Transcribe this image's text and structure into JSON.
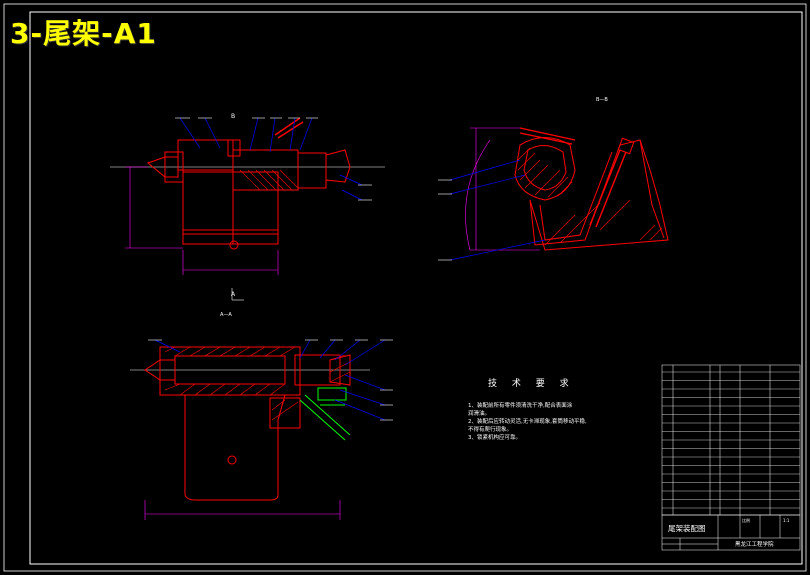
{
  "drawing_title": "3-尾架-A1",
  "views": {
    "section_bb": "B—B",
    "section_aa": "A—A",
    "marker_b": "B",
    "marker_a": "A"
  },
  "tech_requirements": {
    "title": "技 术 要 求",
    "notes": [
      "1、装配前所有零件须清洗干净,配合表面涂",
      "   润滑油。",
      "2、装配后应转动灵活,无卡滞现象,套筒移动平稳,",
      "   不得有爬行现象。",
      "3、锁紧机构应可靠。"
    ]
  },
  "title_block": {
    "drawing_name": "尾架装配图",
    "school": "黑龙江工程学院",
    "scale_label": "比例",
    "scale_value": "1:1"
  },
  "colors": {
    "outline": "#ff0000",
    "frame": "#ffffff",
    "dimension": "#ff00ff",
    "leader": "#0000ff",
    "centerline": "#ffffff",
    "hatch": "#ff0000",
    "green": "#00ff00",
    "title": "#ffff00"
  }
}
